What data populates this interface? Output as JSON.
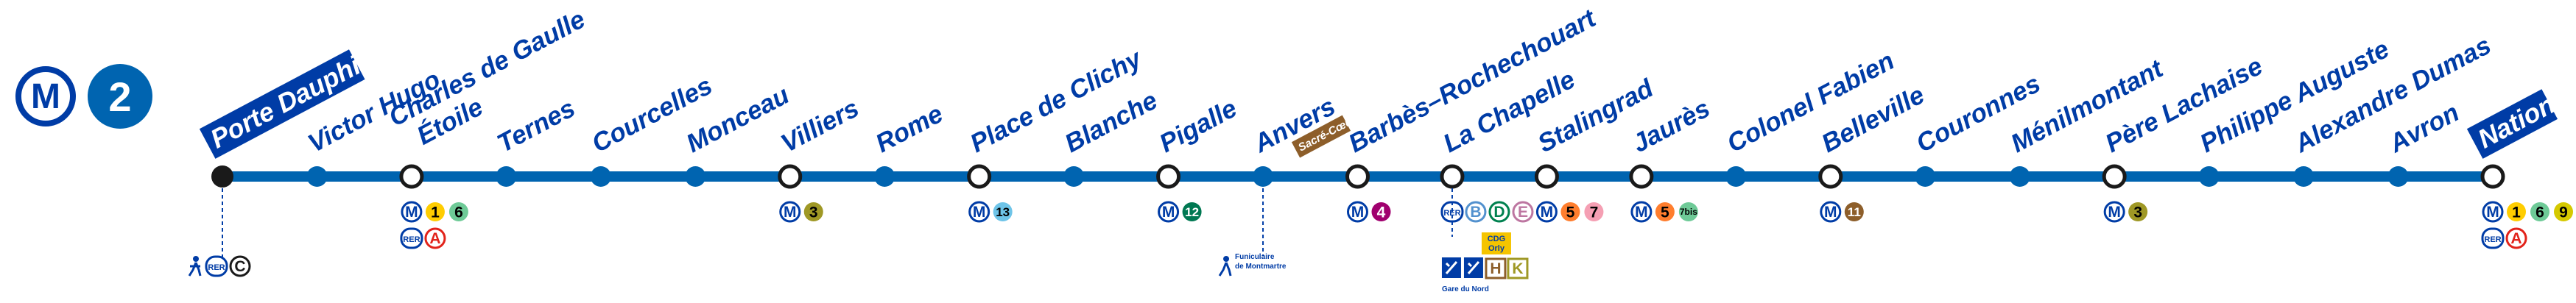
{
  "line": {
    "metro_logo": "M",
    "number": "2",
    "color": "#0064b0",
    "logo_color": "#003ca6"
  },
  "stations": [
    {
      "name": "Porte Dauphine",
      "terminus": true,
      "origin": true
    },
    {
      "name": "Victor Hugo"
    },
    {
      "name": "Charles de Gaulle\nÉtoile"
    },
    {
      "name": "Ternes"
    },
    {
      "name": "Courcelles"
    },
    {
      "name": "Monceau"
    },
    {
      "name": "Villiers"
    },
    {
      "name": "Rome"
    },
    {
      "name": "Place de Clichy"
    },
    {
      "name": "Blanche"
    },
    {
      "name": "Pigalle"
    },
    {
      "name": "Anvers",
      "tag": "Sacré-Cœur"
    },
    {
      "name": "Barbès–Rochechouart"
    },
    {
      "name": "La Chapelle"
    },
    {
      "name": "Stalingrad"
    },
    {
      "name": "Jaurès"
    },
    {
      "name": "Colonel Fabien"
    },
    {
      "name": "Belleville"
    },
    {
      "name": "Couronnes"
    },
    {
      "name": "Ménilmontant"
    },
    {
      "name": "Père Lachaise"
    },
    {
      "name": "Philippe Auguste"
    },
    {
      "name": "Alexandre Dumas"
    },
    {
      "name": "Avron"
    },
    {
      "name": "Nation",
      "terminus": true
    }
  ],
  "correspondences": {
    "2": [
      {
        "row": 0,
        "items": [
          {
            "kind": "mode",
            "text": "M"
          },
          {
            "kind": "metro",
            "text": "1",
            "bg": "#ffcd00",
            "fg": "#000000"
          },
          {
            "kind": "metro",
            "text": "6",
            "bg": "#6eca97",
            "fg": "#000000"
          }
        ]
      },
      {
        "row": 1,
        "items": [
          {
            "kind": "mode",
            "text": "RER"
          },
          {
            "kind": "rer",
            "text": "A",
            "color": "#e2231a"
          }
        ]
      }
    ],
    "6": [
      {
        "row": 0,
        "items": [
          {
            "kind": "mode",
            "text": "M"
          },
          {
            "kind": "metro",
            "text": "3",
            "bg": "#9f9825",
            "fg": "#000000"
          }
        ]
      }
    ],
    "8": [
      {
        "row": 0,
        "items": [
          {
            "kind": "mode",
            "text": "M"
          },
          {
            "kind": "metro",
            "text": "13",
            "bg": "#6ec4e8",
            "fg": "#000000"
          }
        ]
      }
    ],
    "10": [
      {
        "row": 0,
        "items": [
          {
            "kind": "mode",
            "text": "M"
          },
          {
            "kind": "metro",
            "text": "12",
            "bg": "#007852",
            "fg": "#ffffff"
          }
        ]
      }
    ],
    "12": [
      {
        "row": 0,
        "items": [
          {
            "kind": "mode",
            "text": "M"
          },
          {
            "kind": "metro",
            "text": "4",
            "bg": "#a0006e",
            "fg": "#ffffff"
          }
        ]
      }
    ],
    "13": [
      {
        "row": 0,
        "items": [
          {
            "kind": "mode",
            "text": "RER"
          },
          {
            "kind": "rer",
            "text": "B",
            "color": "#5291ce"
          },
          {
            "kind": "rer",
            "text": "D",
            "color": "#00814f"
          },
          {
            "kind": "rer",
            "text": "E",
            "color": "#bd76a1"
          }
        ]
      }
    ],
    "14": [
      {
        "row": 0,
        "items": [
          {
            "kind": "mode",
            "text": "M"
          },
          {
            "kind": "metro",
            "text": "5",
            "bg": "#ff7e2e",
            "fg": "#000000"
          },
          {
            "kind": "metro",
            "text": "7",
            "bg": "#f59fb3",
            "fg": "#000000"
          }
        ]
      }
    ],
    "15": [
      {
        "row": 0,
        "items": [
          {
            "kind": "mode",
            "text": "M"
          },
          {
            "kind": "metro",
            "text": "5",
            "bg": "#ff7e2e",
            "fg": "#000000"
          },
          {
            "kind": "metro",
            "text": "7bis",
            "bg": "#6eca97",
            "fg": "#000000"
          }
        ]
      }
    ],
    "17": [
      {
        "row": 0,
        "items": [
          {
            "kind": "mode",
            "text": "M"
          },
          {
            "kind": "metro",
            "text": "11",
            "bg": "#8d5e2a",
            "fg": "#ffffff"
          }
        ]
      }
    ],
    "20": [
      {
        "row": 0,
        "items": [
          {
            "kind": "mode",
            "text": "M"
          },
          {
            "kind": "metro",
            "text": "3",
            "bg": "#9f9825",
            "fg": "#000000"
          }
        ]
      }
    ],
    "24": [
      {
        "row": 0,
        "items": [
          {
            "kind": "mode",
            "text": "M"
          },
          {
            "kind": "metro",
            "text": "1",
            "bg": "#ffcd00",
            "fg": "#000000"
          },
          {
            "kind": "metro",
            "text": "6",
            "bg": "#6eca97",
            "fg": "#000000"
          },
          {
            "kind": "metro",
            "text": "9",
            "bg": "#d5c900",
            "fg": "#000000"
          }
        ]
      },
      {
        "row": 1,
        "items": [
          {
            "kind": "mode",
            "text": "RER"
          },
          {
            "kind": "rer",
            "text": "A",
            "color": "#e2231a"
          }
        ]
      }
    ]
  },
  "extras": {
    "porte_dauphine": {
      "icons": [
        "walk-icon"
      ],
      "rer": "RER",
      "rer_line": "C"
    },
    "anvers": {
      "icon": "funicular-icon",
      "note_lines": [
        "Funiculaire",
        "de Montmartre"
      ]
    },
    "la_chapelle": {
      "cdg_label": "CDG\nOrly",
      "rer_lines": [
        {
          "text": "H",
          "color": "#8d5e2a"
        },
        {
          "text": "K",
          "color": "#9f9825"
        }
      ],
      "gare_label": "Gare du Nord"
    }
  }
}
